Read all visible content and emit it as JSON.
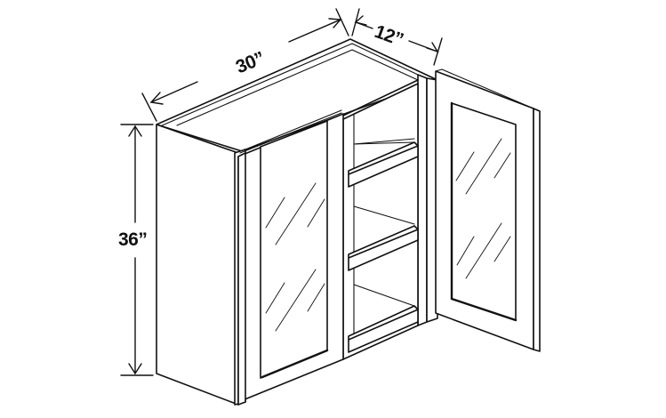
{
  "diagram": {
    "subject": "Double-door glass wall cabinet with two adjustable shelves, right door open",
    "dimensions": {
      "width": "30”",
      "depth": "12”",
      "height": "36”"
    },
    "colors": {
      "line": "#111111",
      "background": "#ffffff"
    }
  }
}
